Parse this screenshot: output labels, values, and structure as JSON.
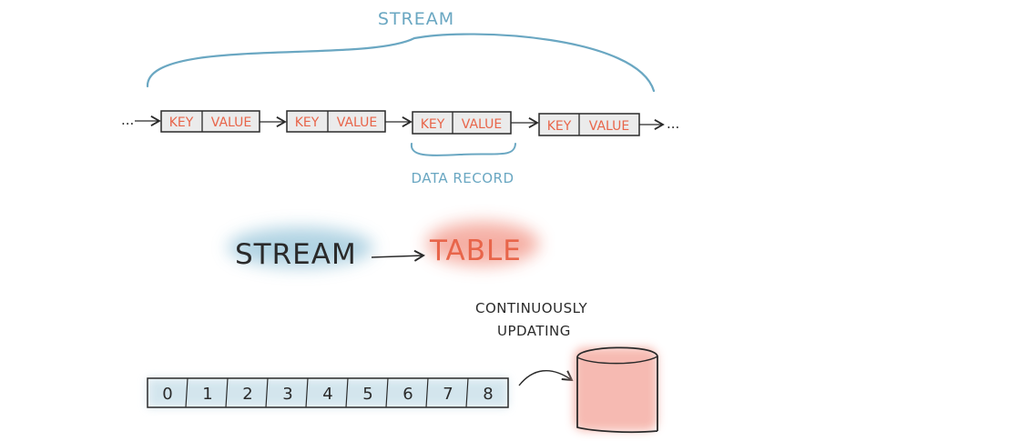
{
  "stream_label": "STREAM",
  "records": [
    {
      "key": "KEY",
      "value": "VALUE"
    },
    {
      "key": "KEY",
      "value": "VALUE"
    },
    {
      "key": "KEY",
      "value": "VALUE"
    },
    {
      "key": "KEY",
      "value": "VALUE"
    }
  ],
  "ellipsis": "...",
  "data_record_label": "DATA RECORD",
  "conversion": {
    "from": "STREAM",
    "to": "TABLE"
  },
  "table_caption": {
    "line1": "CONTINUOUSLY",
    "line2": "UPDATING"
  },
  "log_cells": [
    "0",
    "1",
    "2",
    "3",
    "4",
    "5",
    "6",
    "7",
    "8"
  ],
  "colors": {
    "blue_accent": "#6aa7c2",
    "red_accent": "#e8654a",
    "record_fill": "#ebebeb",
    "log_fill": "#cfe3ec",
    "table_fill": "#f6b7ae",
    "ink": "#2a2a2a"
  }
}
